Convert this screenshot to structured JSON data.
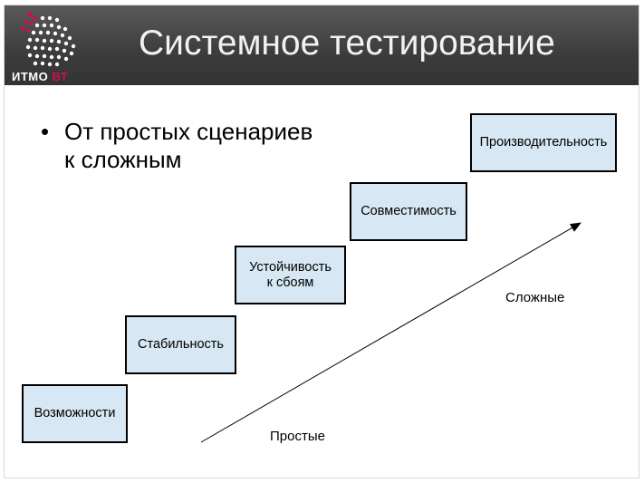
{
  "header": {
    "logo_main": "ИТМО",
    "logo_accent": "ВТ",
    "title": "Системное тестирование"
  },
  "bullet": {
    "mark": "•",
    "line1": "От простых сценариев",
    "line2": "к сложным"
  },
  "boxes": {
    "features": "Возможности",
    "stability": "Стабильность",
    "fault_tolerance_line1": "Устойчивость",
    "fault_tolerance_line2": "к сбоям",
    "compatibility": "Совместимость",
    "performance": "Производительность"
  },
  "labels": {
    "simple": "Простые",
    "complex": "Сложные"
  },
  "colors": {
    "header_bg": "#3c3c3c",
    "title_text": "#f2f2f2",
    "box_fill": "#d7e8f4",
    "logo_accent": "#d0104a"
  }
}
